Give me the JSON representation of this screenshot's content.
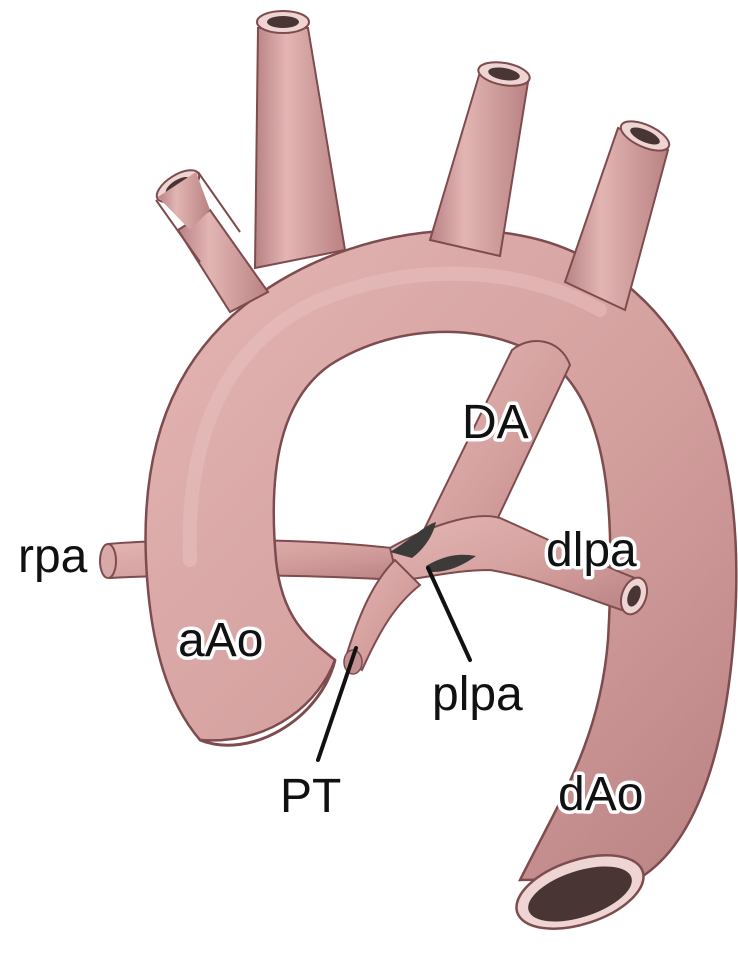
{
  "labels": {
    "rpa": "rpa",
    "aAo": "aAo",
    "PT": "PT",
    "plpa": "plpa",
    "DA": "DA",
    "dlpa": "dlpa",
    "dAo": "dAo"
  },
  "colors": {
    "vessel_fill": "#d7a4a2",
    "vessel_outline": "#7e4c4e",
    "vessel_shadow": "#b07a7c",
    "lumen_dark": "#4a3535",
    "lumen_rim": "#eed4d2",
    "ductal_tissue": "#3d3a3a",
    "background": "#ffffff"
  }
}
